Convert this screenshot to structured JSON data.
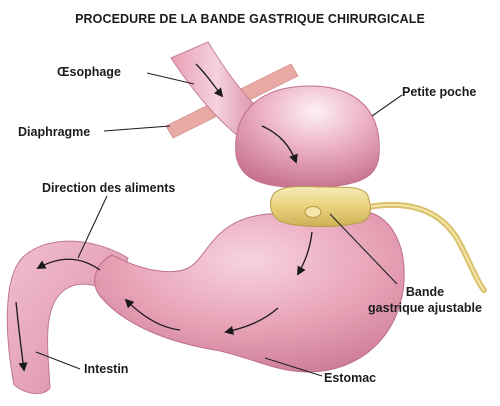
{
  "title": "PROCEDURE DE LA BANDE GASTRIQUE CHIRURGICALE",
  "labels": {
    "oesophagus": "Œsophage",
    "diaphragm": "Diaphragme",
    "food_direction": "Direction des aliments",
    "small_pouch": "Petite poche",
    "band_line1": "Bande",
    "band_line2": "gastrique ajustable",
    "intestine": "Intestin",
    "stomach": "Estomac"
  },
  "colors": {
    "organ_pink": "#e7a2b6",
    "organ_highlight": "#fbe7ef",
    "organ_shadow": "#c4708c",
    "band_yellow": "#ebd98a",
    "diaphragm_band": "#e9aaa6"
  },
  "icons": [
    "flow-arrow-icon"
  ]
}
